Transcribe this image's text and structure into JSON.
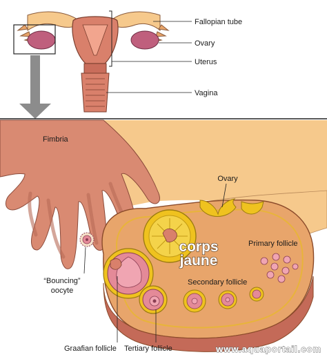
{
  "labels": {
    "fallopian_tube": "Fallopian tube",
    "ovary_top": "Ovary",
    "uterus": "Uterus",
    "vagina": "Vagina",
    "fimbria": "Fimbria",
    "ovary_bottom": "Ovary",
    "corpus_luteum_line1": "corps",
    "corpus_luteum_line2": "jaune",
    "primary_follicle": "Primary follicle",
    "bouncing_oocyte_line1": "“Bouncing”",
    "bouncing_oocyte_line2": "oocyte",
    "secondary_follicle": "Secondary follicle",
    "graafian_follicle": "Graafian follicle",
    "tertiary_follicle": "Tertiary follicle"
  },
  "watermark": "www.aquaportail.com",
  "colors": {
    "tissue_light": "#f6c98c",
    "tissue_mid": "#e8a56b",
    "fimbria": "#d98a72",
    "uterus": "#d9806b",
    "ovary": "#bf5f7d",
    "corpus_yellow": "#efc21f",
    "follicle_pink": "#e48a98",
    "arrow_gray": "#8c8c8c"
  }
}
